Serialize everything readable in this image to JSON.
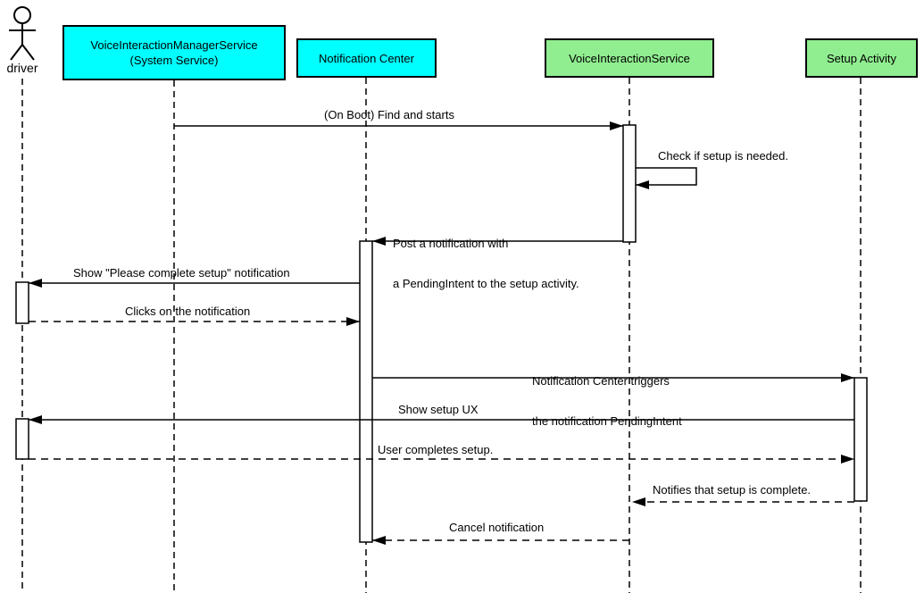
{
  "colors": {
    "cyan": "#00FFFF",
    "green": "#90EE90",
    "stroke": "#000000",
    "background": "#FFFFFF"
  },
  "participants": [
    {
      "id": "driver",
      "type": "actor",
      "label": "driver"
    },
    {
      "id": "vims",
      "type": "box",
      "label": "VoiceInteractionManagerService",
      "label2": "(System Service)",
      "color": "#00FFFF"
    },
    {
      "id": "nc",
      "type": "box",
      "label": "Notification Center",
      "color": "#00FFFF"
    },
    {
      "id": "vis",
      "type": "box",
      "label": "VoiceInteractionService",
      "color": "#90EE90"
    },
    {
      "id": "sa",
      "type": "box",
      "label": "Setup Activity",
      "color": "#90EE90"
    }
  ],
  "messages": [
    {
      "label": "(On Boot) Find and starts",
      "from": "vims",
      "to": "vis",
      "style": "solid"
    },
    {
      "label": "Check if setup is needed.",
      "from": "vis",
      "to": "vis",
      "style": "solid"
    },
    {
      "label": "Post a notification with",
      "label2": "a PendingIntent to the setup activity.",
      "from": "vis",
      "to": "nc",
      "style": "solid"
    },
    {
      "label": "Show \"Please complete setup\" notification",
      "from": "nc",
      "to": "driver",
      "style": "solid"
    },
    {
      "label": "Clicks on the notification",
      "from": "driver",
      "to": "nc",
      "style": "dashed"
    },
    {
      "label": "Notification Center triggers",
      "label2": "the notification PendingIntent",
      "from": "nc",
      "to": "sa",
      "style": "solid"
    },
    {
      "label": "Show setup UX",
      "from": "sa",
      "to": "driver",
      "style": "solid"
    },
    {
      "label": "User completes setup.",
      "from": "driver",
      "to": "sa",
      "style": "dashed"
    },
    {
      "label": "Notifies that setup is complete.",
      "from": "sa",
      "to": "vis",
      "style": "dashed"
    },
    {
      "label": "Cancel notification",
      "from": "vis",
      "to": "nc",
      "style": "dashed"
    }
  ]
}
